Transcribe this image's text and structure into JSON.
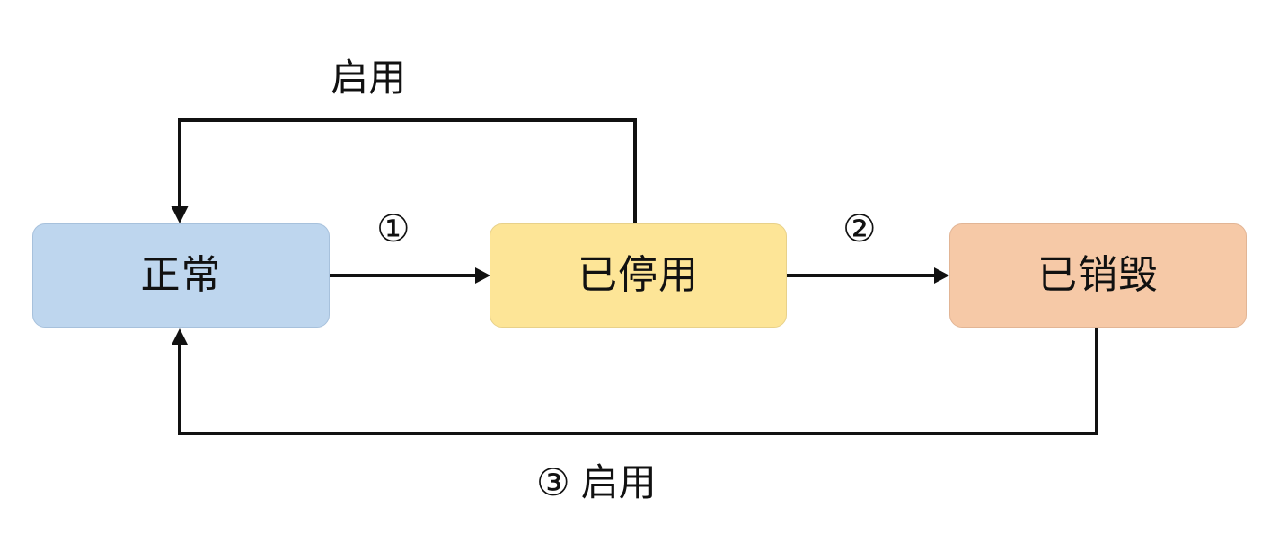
{
  "states": {
    "normal": "正常",
    "disabled": "已停用",
    "destroyed": "已销毁"
  },
  "labels": {
    "enable_top": "启用",
    "step1": "①",
    "step2": "②",
    "step3_number": "③",
    "step3_text": "启用"
  },
  "colors": {
    "normal": "#bed6ee",
    "disabled": "#fde597",
    "destroyed": "#f6c9a7",
    "line": "#111111"
  }
}
